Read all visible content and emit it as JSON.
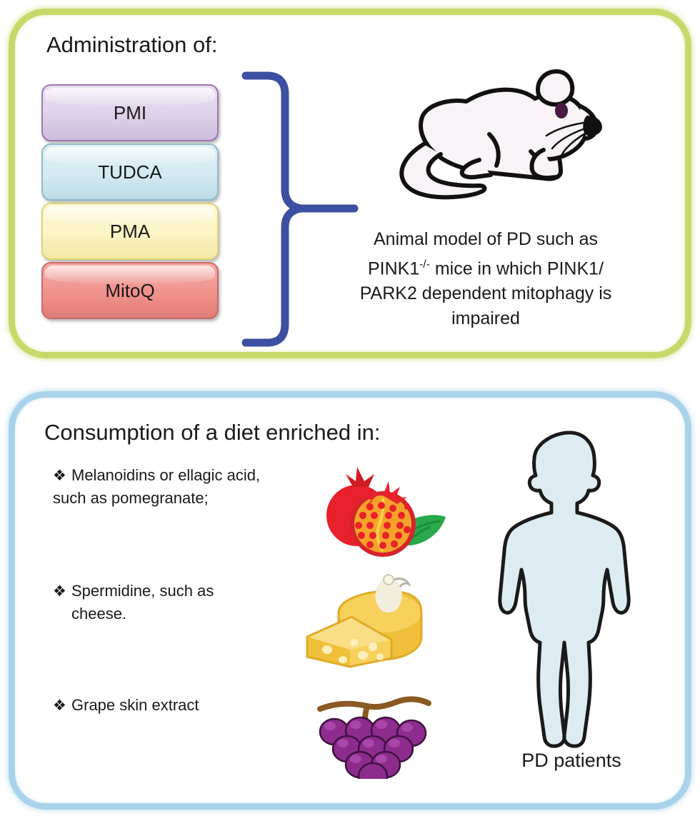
{
  "figure": {
    "panels": [
      {
        "id": "administration",
        "border_color": "#c8d96c",
        "heading": "Administration of:",
        "drugs": [
          {
            "label": "PMI",
            "fill": "#ded2ea",
            "border": "#a274b0"
          },
          {
            "label": "TUDCA",
            "fill": "#d3eaf1",
            "border": "#8ebcca"
          },
          {
            "label": "PMA",
            "fill": "#fbf4c4",
            "border": "#dfd278"
          },
          {
            "label": "MitoQ",
            "fill": "#f0928c",
            "border": "#c96b66"
          }
        ],
        "brace_color": "#3c4fa0",
        "animal_icon": "mouse-icon",
        "model_text_lines": [
          "Animal model of PD such as",
          "PINK1-/- mice in which PINK1/",
          "PARK2 dependent mitophagy is",
          "impaired"
        ],
        "model_text_plain": "Animal model of PD such as PINK1-/- mice in which PINK1/PARK2 dependent mitophagy is impaired"
      },
      {
        "id": "diet",
        "border_color": "#a9d3ea",
        "heading": "Consumption of a diet enriched in:",
        "bullet_glyph": "❖",
        "bullets": [
          {
            "line1": "Melanoidins or ellagic acid,",
            "line2": "such as pomegranate;",
            "icon": "pomegranate-icon"
          },
          {
            "line1": "Spermidine, such as",
            "line2": "cheese.",
            "icon": "cheese-icon"
          },
          {
            "line1": "Grape skin extract",
            "line2": "",
            "icon": "grapes-icon"
          }
        ],
        "subject_icon": "human-body-icon",
        "subject_label": "PD patients",
        "subject_fill": "#dcecf2"
      }
    ]
  }
}
